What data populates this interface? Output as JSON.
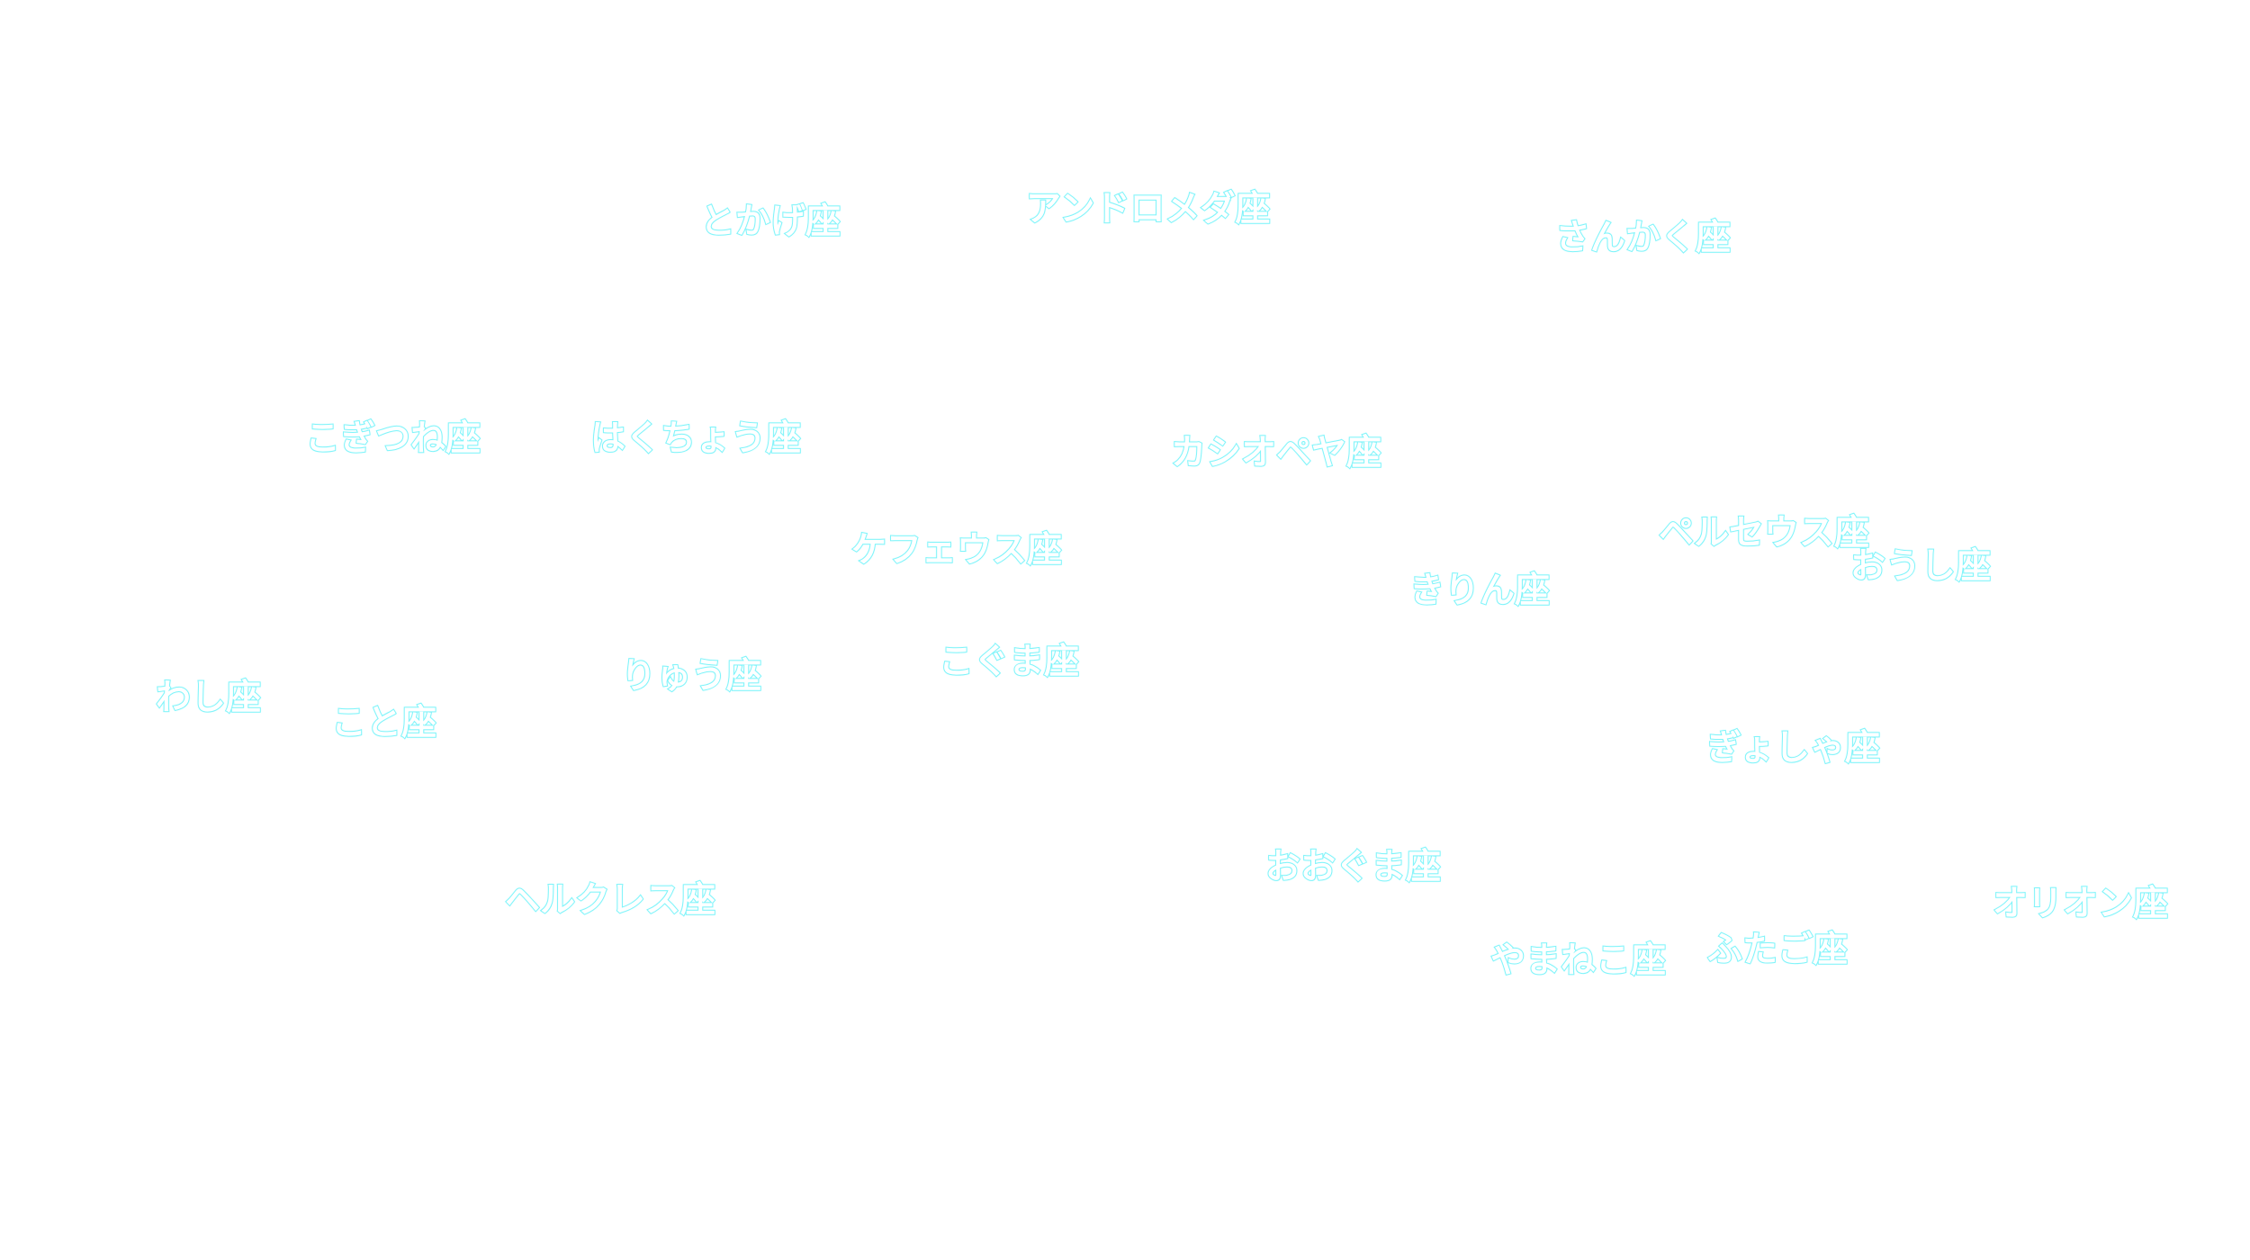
{
  "theme": {
    "background": "#ffffff",
    "label_color": "#7ff4fa"
  },
  "constellations": {
    "andromeda": "アンドロメダ座",
    "lacerta": "とかげ座",
    "triangulum": "さんかく座",
    "vulpecula": "こぎつね座",
    "cygnus": "はくちょう座",
    "cassiopeia": "カシオペヤ座",
    "perseus": "ペルセウス座",
    "cepheus": "ケフェウス座",
    "taurus": "おうし座",
    "camelopardalis": "きりん座",
    "ursa_minor": "こぐま座",
    "draco": "りゅう座",
    "aquila": "わし座",
    "lyra": "こと座",
    "auriga": "ぎょしゃ座",
    "ursa_major": "おおぐま座",
    "hercules": "ヘルクレス座",
    "orion": "オリオン座",
    "gemini": "ふたご座",
    "lynx": "やまねこ座"
  }
}
